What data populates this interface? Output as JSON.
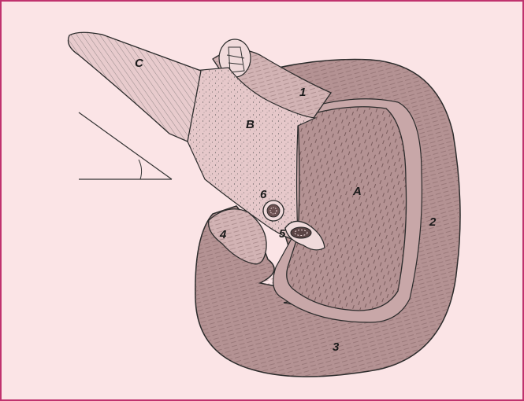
{
  "figure": {
    "border_color": "#c0326e",
    "background": "#fbe4e6",
    "ink_color": "#2a2a2a",
    "tissue_dark": "#b49293",
    "tissue_mid": "#c8a7a8",
    "tissue_light": "#e6c8ca"
  },
  "labels": {
    "A": "A",
    "B": "B",
    "C": "C",
    "n1": "1",
    "n2": "2",
    "n3": "3",
    "n4": "4",
    "n5": "5",
    "n6": "6"
  }
}
